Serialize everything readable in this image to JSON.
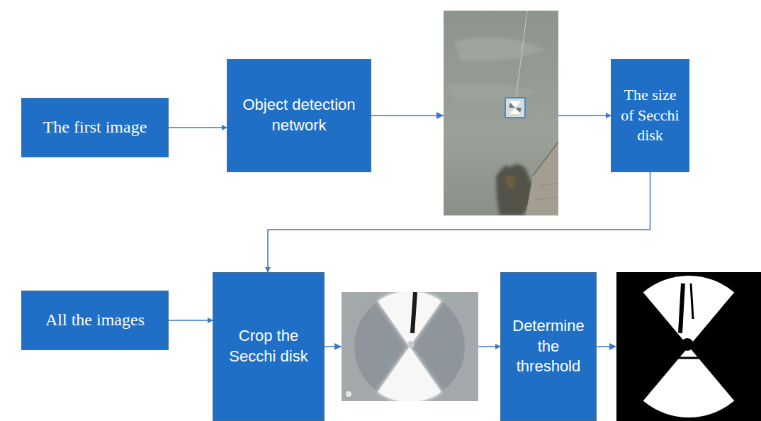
{
  "diagram": {
    "nodes": [
      {
        "text": [
          "The first image"
        ]
      },
      {
        "text": [
          "Object detection network"
        ]
      },
      {
        "text": [
          "The size of Secchi disk"
        ]
      },
      {
        "text": [
          "All the images"
        ]
      },
      {
        "text": [
          "Crop the Secchi disk"
        ]
      },
      {
        "text": [
          "Determine the threshold"
        ]
      }
    ],
    "edges": [
      {
        "from": 0,
        "to": 1,
        "arrow": "to"
      },
      {
        "from": 1,
        "to": 2,
        "arrow": "to"
      },
      {
        "from": 2,
        "to": 4,
        "arrow": "to"
      },
      {
        "from": 3,
        "to": 4,
        "arrow": "to"
      },
      {
        "from": 4,
        "to": 5,
        "arrow": "to"
      }
    ]
  }
}
